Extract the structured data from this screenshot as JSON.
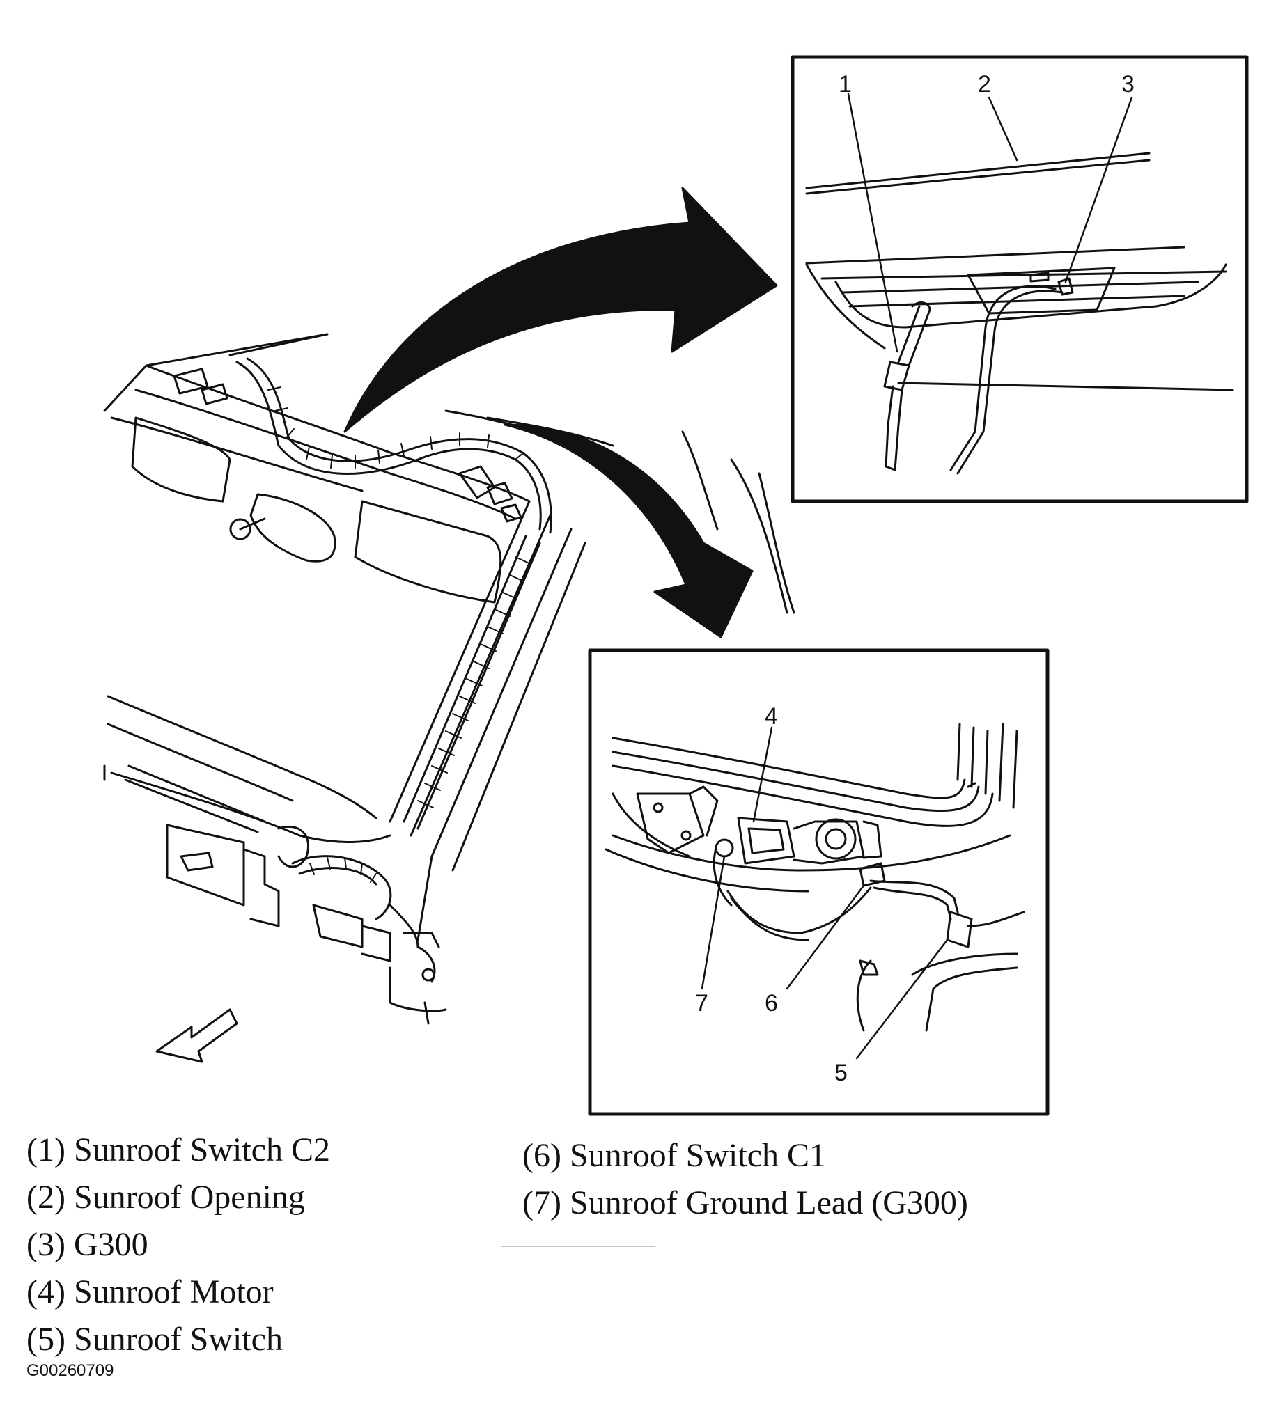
{
  "callouts": {
    "c1": "1",
    "c2": "2",
    "c3": "3",
    "c4": "4",
    "c5": "5",
    "c6": "6",
    "c7": "7"
  },
  "legend": {
    "left": [
      "(1) Sunroof Switch C2",
      "(2) Sunroof Opening",
      "(3) G300",
      "(4) Sunroof Motor",
      "(5) Sunroof Switch"
    ],
    "right": [
      "(6) Sunroof Switch C1",
      "(7) Sunroof Ground Lead (G300)"
    ]
  },
  "figure_id": "G00260709",
  "colors": {
    "ink": "#111111",
    "background": "#ffffff"
  }
}
